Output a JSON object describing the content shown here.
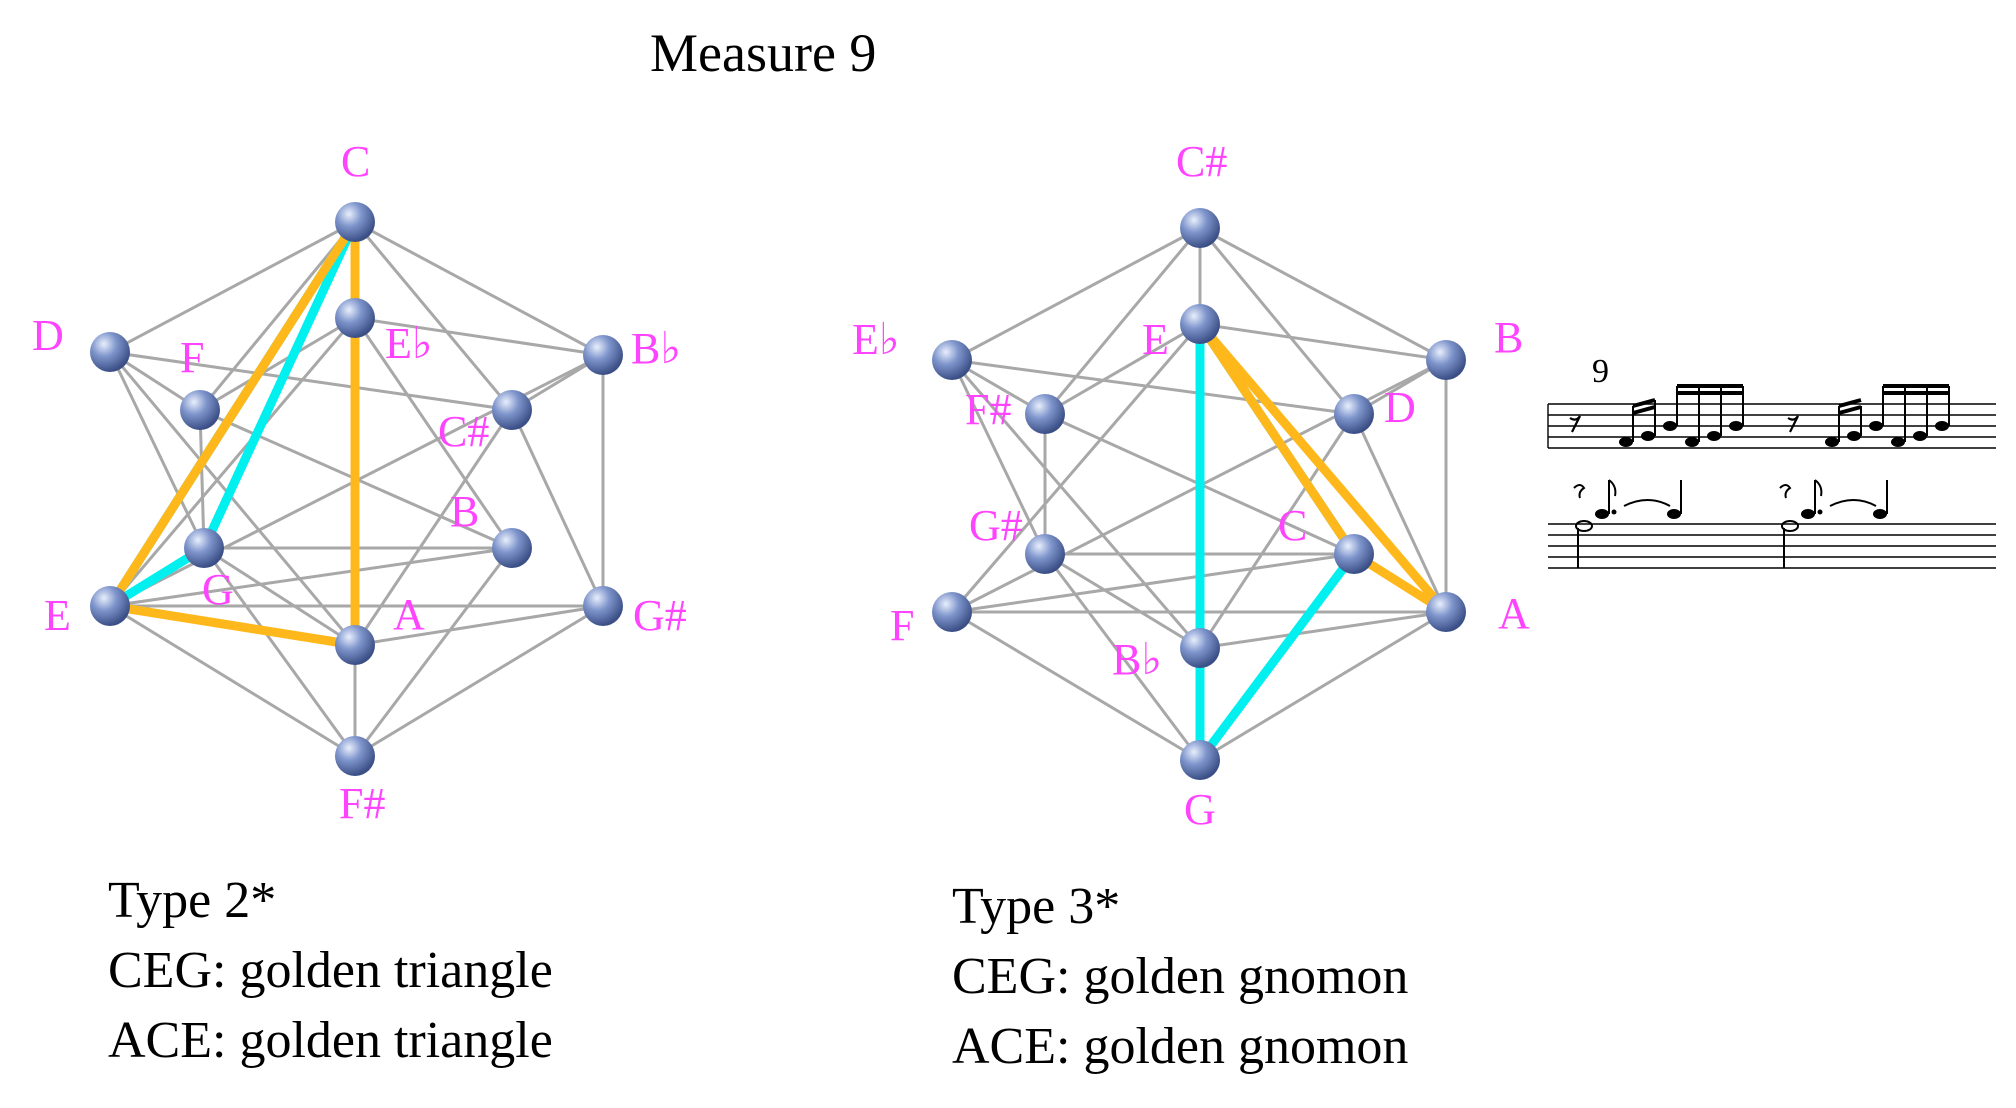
{
  "title": "Measure 9",
  "colors": {
    "label": "#ff44ff",
    "edge": "#a8a8a8",
    "cyan": "#00f0f0",
    "orange": "#ffb81c",
    "node": "#7088c0"
  },
  "diagrams": [
    {
      "caption": [
        "Type 2*",
        "CEG: golden triangle",
        "ACE: golden triangle"
      ],
      "vertices": [
        {
          "note": "C"
        },
        {
          "note": "D"
        },
        {
          "note": "F"
        },
        {
          "note": "E♭"
        },
        {
          "note": "B♭"
        },
        {
          "note": "C#"
        },
        {
          "note": "G"
        },
        {
          "note": "B"
        },
        {
          "note": "E"
        },
        {
          "note": "G#"
        },
        {
          "note": "A"
        },
        {
          "note": "F#"
        }
      ],
      "triangles": [
        {
          "name": "CEG",
          "color": "cyan",
          "notes": [
            "C",
            "E",
            "G"
          ]
        },
        {
          "name": "ACE",
          "color": "orange",
          "notes": [
            "A",
            "C",
            "E"
          ]
        }
      ]
    },
    {
      "caption": [
        "Type 3*",
        "CEG: golden gnomon",
        "ACE: golden gnomon"
      ],
      "vertices": [
        {
          "note": "C#"
        },
        {
          "note": "E♭"
        },
        {
          "note": "F#"
        },
        {
          "note": "E"
        },
        {
          "note": "B"
        },
        {
          "note": "D"
        },
        {
          "note": "G#"
        },
        {
          "note": "C"
        },
        {
          "note": "F"
        },
        {
          "note": "A"
        },
        {
          "note": "B♭"
        },
        {
          "note": "G"
        }
      ],
      "triangles": [
        {
          "name": "CEG",
          "color": "cyan",
          "notes": [
            "C",
            "E",
            "G"
          ]
        },
        {
          "name": "ACE",
          "color": "orange",
          "notes": [
            "A",
            "C",
            "E"
          ]
        }
      ]
    }
  ],
  "score": {
    "measure_number": "9"
  }
}
